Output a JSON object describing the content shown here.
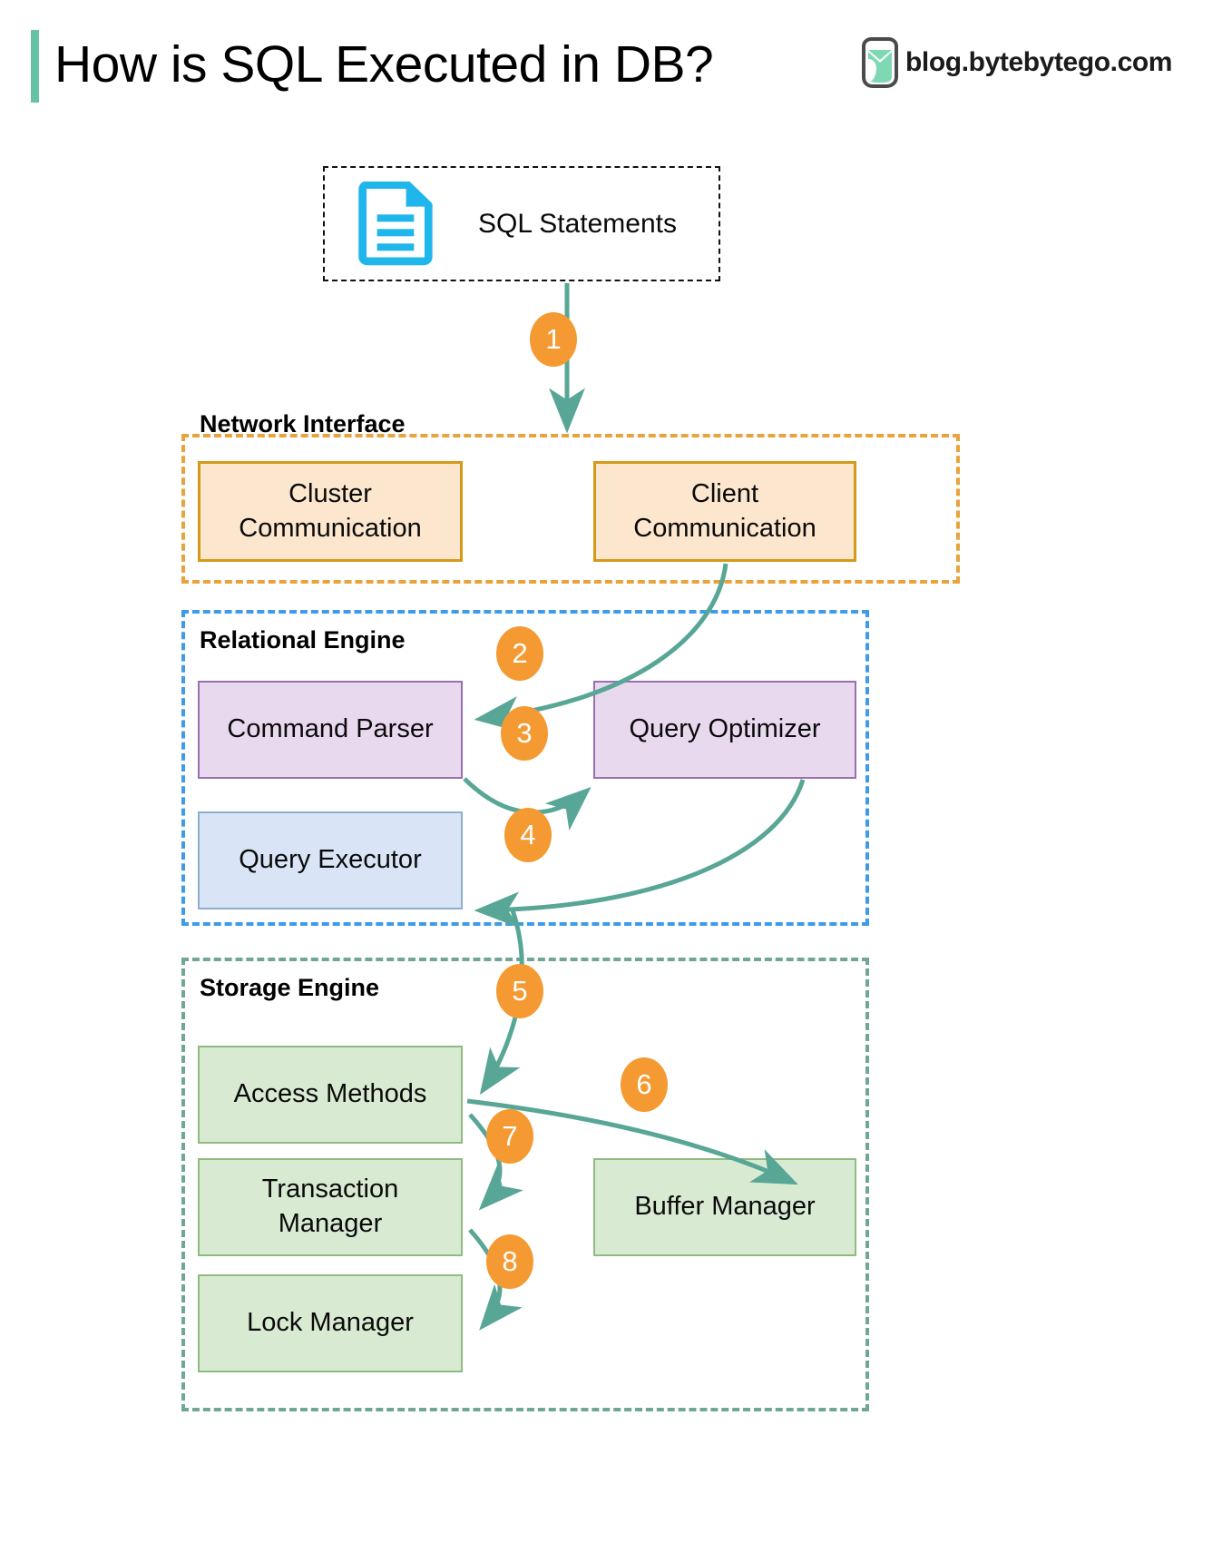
{
  "header": {
    "title": "How is SQL Executed in DB?",
    "brand": "blog.bytebytego.com",
    "accent_color": "#66c2a5",
    "logo_icon": "bytebytego-logo-icon"
  },
  "input": {
    "label": "SQL Statements",
    "icon": "document-lines-icon",
    "icon_color": "#1fb6ec"
  },
  "groups": [
    {
      "id": "network-interface",
      "label": "Network Interface",
      "border_color": "#e8a33d",
      "nodes": [
        {
          "id": "cluster-communication",
          "label": "Cluster\nCommunication",
          "line1": "Cluster",
          "line2": "Communication"
        },
        {
          "id": "client-communication",
          "label": "Client\nCommunication",
          "line1": "Client",
          "line2": "Communication"
        }
      ]
    },
    {
      "id": "relational-engine",
      "label": "Relational Engine",
      "border_color": "#3d9bea",
      "nodes": [
        {
          "id": "command-parser",
          "label": "Command Parser"
        },
        {
          "id": "query-optimizer",
          "label": "Query Optimizer"
        },
        {
          "id": "query-executor",
          "label": "Query Executor"
        }
      ]
    },
    {
      "id": "storage-engine",
      "label": "Storage Engine",
      "border_color": "#6fa694",
      "nodes": [
        {
          "id": "access-methods",
          "label": "Access Methods"
        },
        {
          "id": "transaction-manager",
          "line1": "Transaction",
          "line2": "Manager"
        },
        {
          "id": "lock-manager",
          "label": "Lock Manager"
        },
        {
          "id": "buffer-manager",
          "label": "Buffer Manager"
        }
      ]
    }
  ],
  "steps": [
    {
      "n": "1",
      "from": "SQL Statements",
      "to": "Network Interface"
    },
    {
      "n": "2",
      "from": "Client Communication",
      "to": "Command Parser"
    },
    {
      "n": "3",
      "from": "Command Parser",
      "to": "Query Optimizer"
    },
    {
      "n": "4",
      "from": "Query Optimizer",
      "to": "Query Executor"
    },
    {
      "n": "5",
      "from": "Query Executor",
      "to": "Access Methods"
    },
    {
      "n": "6",
      "from": "Access Methods",
      "to": "Buffer Manager"
    },
    {
      "n": "7",
      "from": "Access Methods",
      "to": "Transaction Manager"
    },
    {
      "n": "8",
      "from": "Transaction Manager",
      "to": "Lock Manager"
    }
  ],
  "colors": {
    "arrow": "#58a696",
    "badge": "#f59a32",
    "badge_text": "#ffffff",
    "orange_fill": "#fce6cd",
    "orange_stroke": "#d49a18",
    "purple_fill": "#e8d9ef",
    "purple_stroke": "#9a6fb0",
    "blue_fill": "#d9e5f7",
    "blue_stroke": "#8faecf",
    "green_fill": "#d9ead3",
    "green_stroke": "#8fbc7e"
  }
}
